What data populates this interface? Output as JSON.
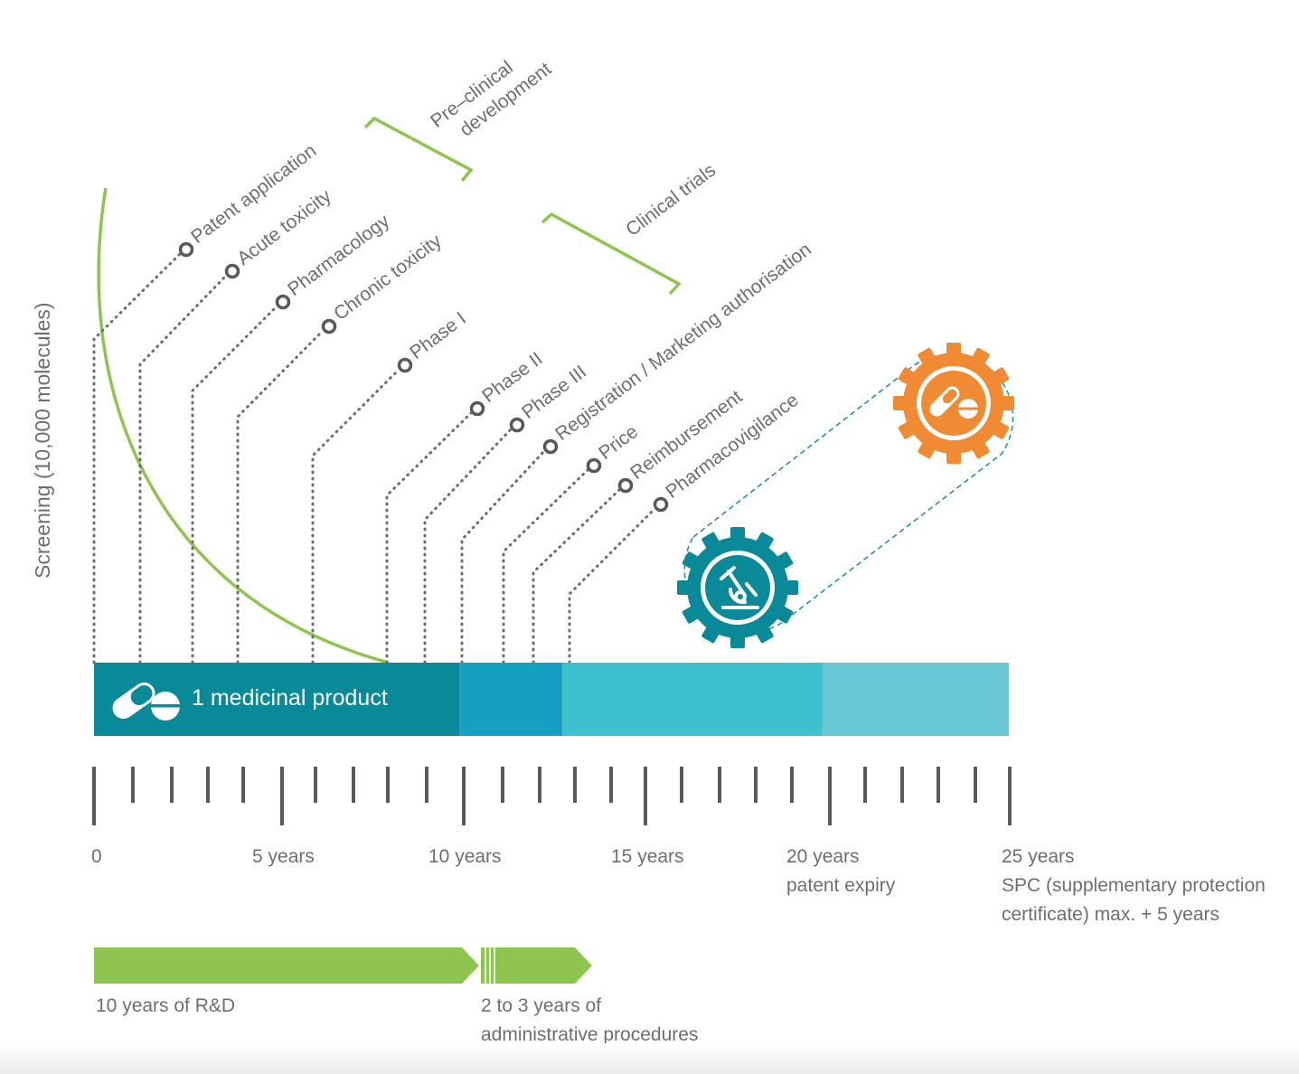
{
  "y_axis_label": "Screening (10,000 molecules)",
  "groups": [
    {
      "label_lines": [
        "Pre–clinical",
        "development"
      ]
    },
    {
      "label_lines": [
        "Clinical trials"
      ]
    }
  ],
  "milestones": [
    {
      "label": "Patent application"
    },
    {
      "label": "Acute toxicity"
    },
    {
      "label": "Pharmacology"
    },
    {
      "label": "Chronic toxicity"
    },
    {
      "label": "Phase I"
    },
    {
      "label": "Phase II"
    },
    {
      "label": "Phase III"
    },
    {
      "label": "Registration / Marketing authorisation"
    },
    {
      "label": "Price"
    },
    {
      "label": "Reimbursement"
    },
    {
      "label": "Pharmacovigilance"
    }
  ],
  "product_bar": {
    "label": "1 medicinal product",
    "segments": [
      {
        "from_year": 0,
        "to_year": 10,
        "color": "#0a8a98"
      },
      {
        "from_year": 10,
        "to_year": 12.8,
        "color": "#159fc2"
      },
      {
        "from_year": 12.8,
        "to_year": 19.9,
        "color": "#3ec1cf"
      },
      {
        "from_year": 19.9,
        "to_year": 25,
        "color": "#66c9d4"
      }
    ]
  },
  "icons": {
    "pill": "pill-capsule-icon",
    "microscope_gear": "microscope-gear-icon",
    "pill_gear": "pill-gear-icon"
  },
  "colors": {
    "green": "#8dc54f",
    "teal": "#0a8a98",
    "orange": "#f08a33",
    "grey_text": "#6d6e71",
    "tick": "#58595b",
    "dots": "#6d6e71"
  },
  "axis": {
    "labels": [
      {
        "lines": [
          "0"
        ]
      },
      {
        "lines": [
          "5 years"
        ]
      },
      {
        "lines": [
          "10 years"
        ]
      },
      {
        "lines": [
          "15 years"
        ]
      },
      {
        "lines": [
          "20 years",
          "patent expiry"
        ]
      },
      {
        "lines": [
          "25 years",
          "SPC (supplementary protection",
          "certificate) max. + 5 years"
        ]
      }
    ]
  },
  "arrows": [
    {
      "label_lines": [
        "10 years of R&D"
      ]
    },
    {
      "label_lines": [
        "2 to 3 years of",
        "administrative procedures"
      ]
    }
  ]
}
